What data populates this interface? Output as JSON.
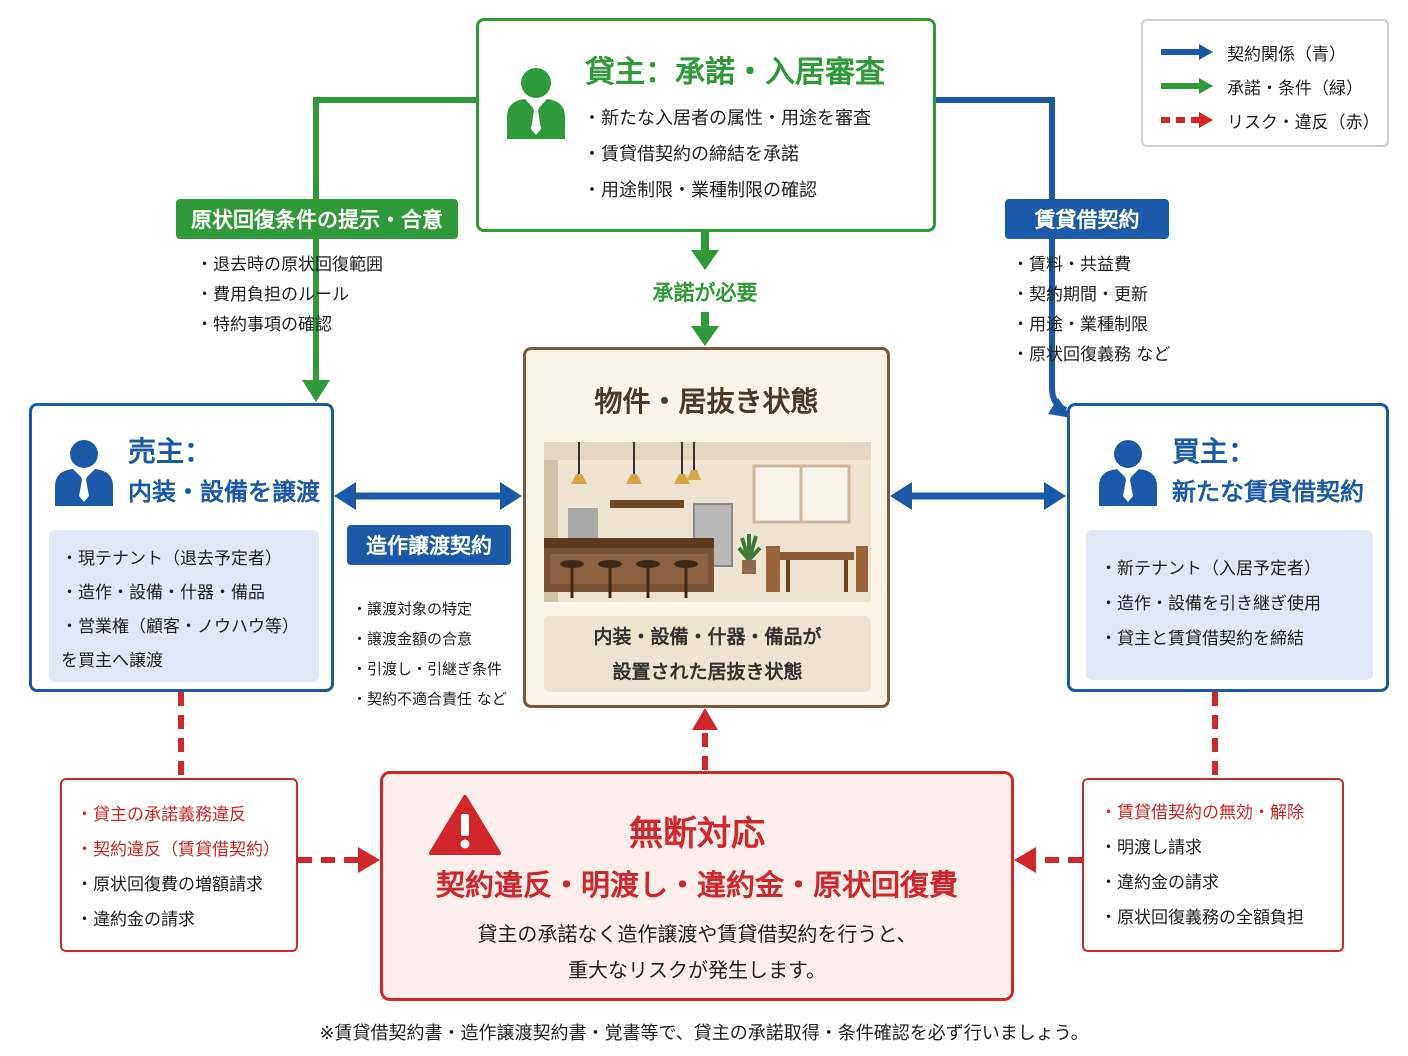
{
  "colors": {
    "blue": "#1a5aa8",
    "green": "#2e9a38",
    "red": "#d1262a",
    "brown": "#7a5a3a"
  },
  "legend": {
    "items": [
      {
        "label": "契約関係（青）",
        "color": "#1a5aa8",
        "style": "solid"
      },
      {
        "label": "承諾・条件（緑）",
        "color": "#2e9a38",
        "style": "solid"
      },
      {
        "label": "リスク・違反（赤）",
        "color": "#d1262a",
        "style": "dashed"
      }
    ]
  },
  "landlord": {
    "title": "貸主：承諾・入居審査",
    "items": [
      "・新たな入居者の属性・用途を審査",
      "・賃貸借契約の締結を承諾",
      "・用途制限・業種制限の確認"
    ],
    "icon": "person-icon"
  },
  "left_condition": {
    "tag": "原状回復条件の提示・合意",
    "items": [
      "・退去時の原状回復範囲",
      "・費用負担のルール",
      "・特約事項の確認"
    ]
  },
  "right_contract": {
    "tag": "賃貸借契約",
    "items": [
      "・賃料・共益費",
      "・契約期間・更新",
      "・用途・業種制限",
      "・原状回復義務 など"
    ]
  },
  "approval_label": "承諾が必要",
  "seller": {
    "title_line1": "売主：",
    "title_line2": "内装・設備を譲渡",
    "items": [
      "・現テナント（退去予定者）",
      "・造作・設備・什器・備品",
      "・営業権（顧客・ノウハウ等）",
      "を買主へ譲渡"
    ]
  },
  "buyer": {
    "title_line1": "買主：",
    "title_line2": "新たな賃貸借契約",
    "items": [
      "・新テナント（入居予定者）",
      "・造作・設備を引き継ぎ使用",
      "・貸主と賃貸借契約を締結"
    ]
  },
  "transfer": {
    "tag": "造作譲渡契約",
    "items": [
      "・譲渡対象の特定",
      "・譲渡金額の合意",
      "・引渡し・引継ぎ条件",
      "・契約不適合責任 など"
    ]
  },
  "property": {
    "title": "物件・居抜き状態",
    "caption_line1": "内装・設備・什器・備品が",
    "caption_line2": "設置された居抜き状態"
  },
  "risk_left": {
    "items": [
      "・貸主の承諾義務違反",
      "・契約違反（賃貸借契約）",
      "・原状回復費の増額請求",
      "・違約金の請求"
    ]
  },
  "risk_right": {
    "items": [
      "・賃貸借契約の無効・解除",
      "・明渡し請求",
      "・違約金の請求",
      "・原状回復義務の全額負担"
    ]
  },
  "risk_center": {
    "title": "無断対応",
    "subtitle": "契約違反・明渡し・違約金・原状回復費",
    "body_line1": "貸主の承諾なく造作譲渡や賃貸借契約を行うと、",
    "body_line2": "重大なリスクが発生します。",
    "icon": "warning-icon"
  },
  "footnote": "※賃貸借契約書・造作譲渡契約書・覚書等で、貸主の承諾取得・条件確認を必ず行いましょう。"
}
